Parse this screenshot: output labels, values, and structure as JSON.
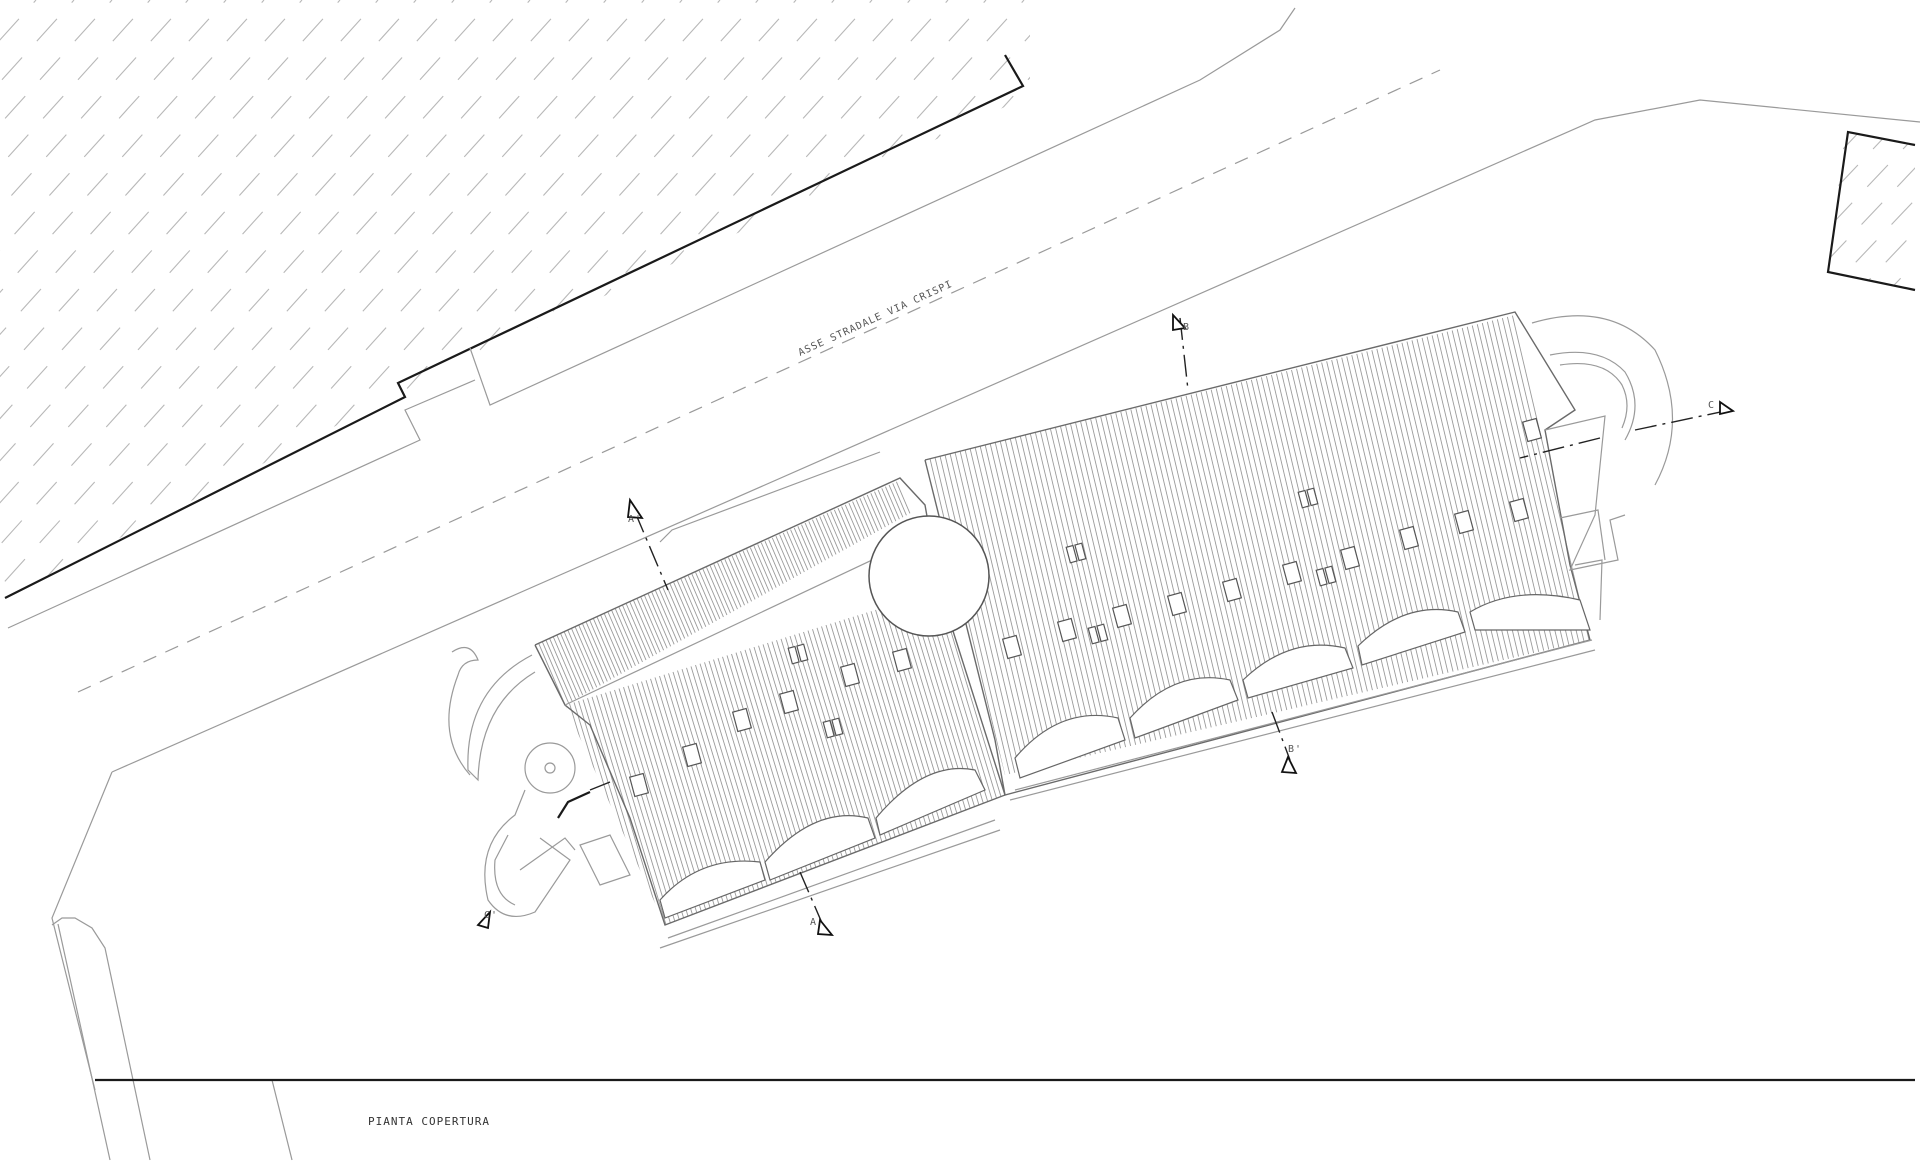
{
  "drawing": {
    "title": "PIANTA COPERTURA",
    "street_axis_label": "ASSE STRADALE VIA CRISPI"
  },
  "sections": [
    {
      "id": "A",
      "start": "A",
      "end": "A'"
    },
    {
      "id": "B",
      "start": "B",
      "end": "B'"
    },
    {
      "id": "C",
      "start": "C",
      "end": "C'"
    }
  ],
  "colors": {
    "line_bold": "#1a1a1a",
    "line_thin": "#9a9a9a",
    "hatch": "#b8b8b8"
  }
}
